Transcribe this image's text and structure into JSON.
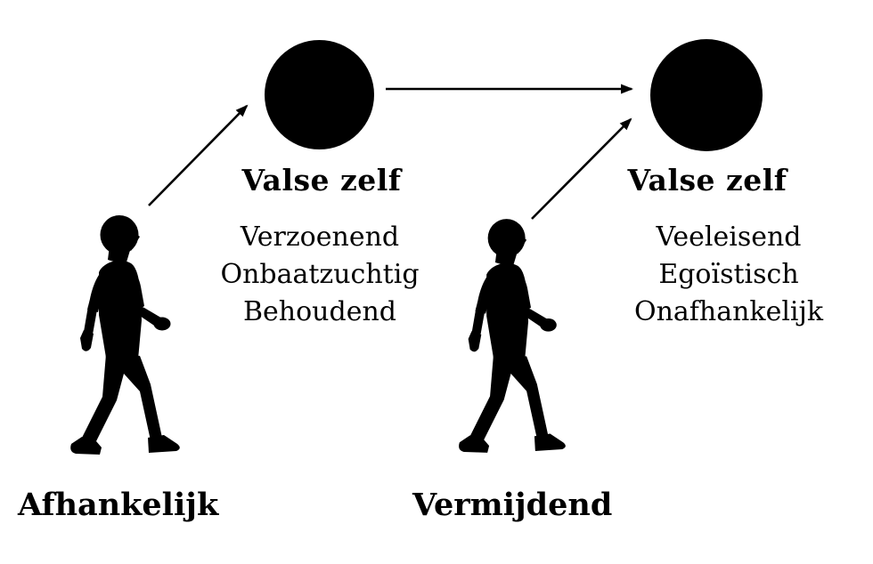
{
  "left_group": {
    "false_self_label": "Valse zelf",
    "traits": [
      "Verzoenend",
      "Onbaatzuchtig",
      "Behoudend"
    ],
    "person_label": "Afhankelijk"
  },
  "right_group": {
    "false_self_label": "Valse zelf",
    "traits": [
      "Veeleisend",
      "Egoïstisch",
      "Onafhankelijk"
    ],
    "person_label": "Vermijdend"
  },
  "icons": {
    "left_circle": "filled-black-circle",
    "right_circle": "filled-black-circle",
    "left_person": "walking-man-silhouette",
    "right_person": "walking-man-silhouette",
    "left_diagonal_arrow": "arrow-up-right",
    "horizontal_arrow": "arrow-right",
    "right_diagonal_arrow": "arrow-up-right"
  },
  "colors": {
    "foreground": "#000000",
    "background": "#ffffff"
  }
}
